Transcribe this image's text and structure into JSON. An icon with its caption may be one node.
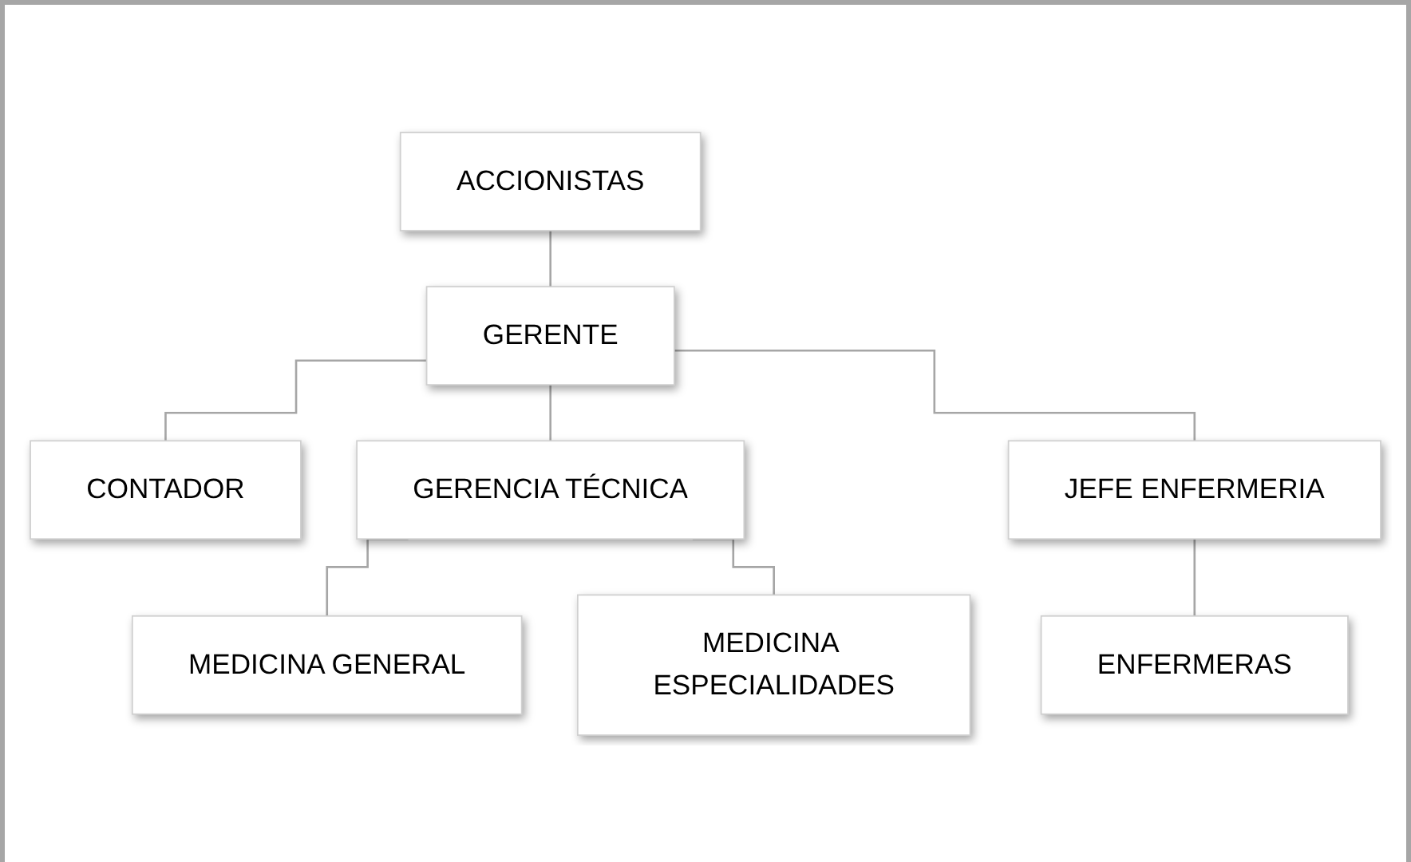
{
  "diagram": {
    "nodes": [
      {
        "text": [
          "ACCIONISTAS"
        ]
      },
      {
        "text": [
          "GERENTE"
        ]
      },
      {
        "text": [
          "CONTADOR"
        ]
      },
      {
        "text": [
          "GERENCIA TÉCNICA"
        ]
      },
      {
        "text": [
          "JEFE ENFERMERIA"
        ]
      },
      {
        "text": [
          "MEDICINA GENERAL"
        ]
      },
      {
        "text": [
          "MEDICINA ESPECIALIDADES"
        ]
      },
      {
        "text": [
          "ENFERMERAS"
        ]
      }
    ],
    "edges": [
      {
        "from": 0,
        "to": 1,
        "arrow": "none"
      },
      {
        "from": 1,
        "to": 2,
        "arrow": "none"
      },
      {
        "from": 1,
        "to": 3,
        "arrow": "none"
      },
      {
        "from": 1,
        "to": 4,
        "arrow": "none"
      },
      {
        "from": 3,
        "to": 5,
        "arrow": "none"
      },
      {
        "from": 3,
        "to": 6,
        "arrow": "none"
      },
      {
        "from": 4,
        "to": 7,
        "arrow": "none"
      }
    ]
  }
}
